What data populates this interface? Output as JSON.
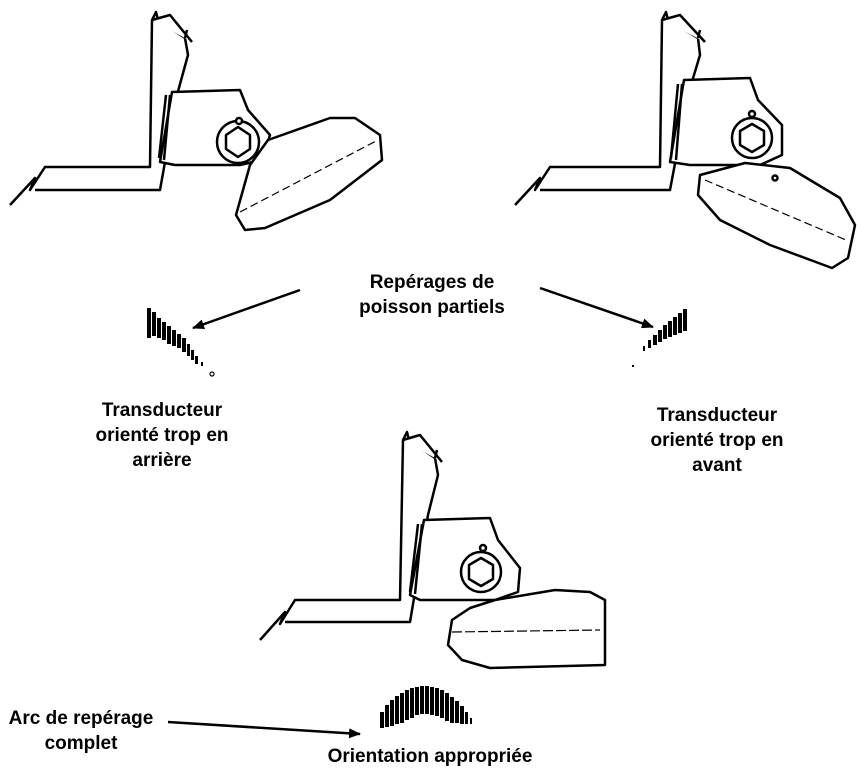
{
  "labels": {
    "partial_marks": [
      "Repérages de",
      "poisson partiels"
    ],
    "tilted_back": [
      "Transducteur",
      "orienté trop en",
      "arrière"
    ],
    "tilted_forward": [
      "Transducteur",
      "orienté trop en",
      "avant"
    ],
    "full_arch": [
      "Arc de repérage",
      "complet"
    ],
    "proper": "Orientation appropriée"
  },
  "colors": {
    "ink": "#000000",
    "paper": "#ffffff"
  }
}
